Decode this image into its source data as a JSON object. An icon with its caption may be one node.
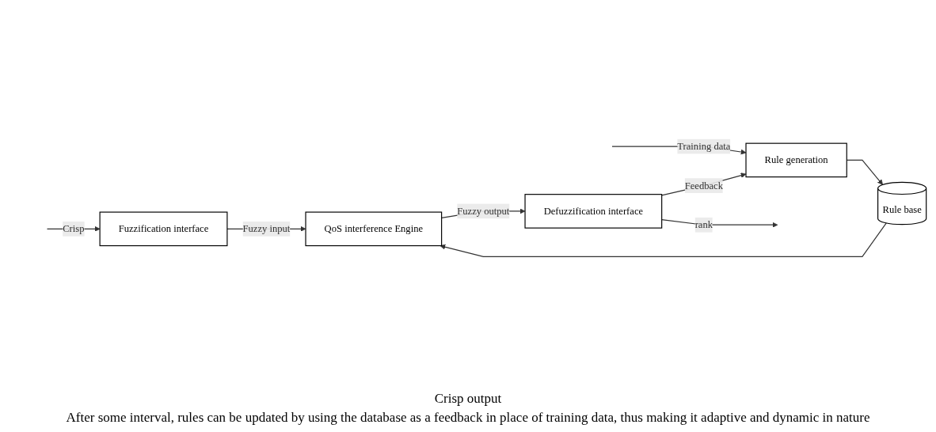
{
  "diagram": {
    "nodes": [
      {
        "text": [
          "Fuzzification interface"
        ]
      },
      {
        "text": [
          "QoS interference Engine"
        ]
      },
      {
        "text": [
          "Defuzzification interface"
        ]
      },
      {
        "text": [
          "Rule generation"
        ]
      },
      {
        "text": [
          "Rule base"
        ]
      }
    ],
    "edges": [
      {
        "from": null,
        "to": 0,
        "arrow": "to",
        "label": "Crisp"
      },
      {
        "from": 0,
        "to": 1,
        "arrow": "to",
        "label": "Fuzzy input"
      },
      {
        "from": 1,
        "to": 2,
        "arrow": "to",
        "label": "Fuzzy output"
      },
      {
        "from": 2,
        "to": null,
        "arrow": "to",
        "label": "rank"
      },
      {
        "from": null,
        "to": 3,
        "arrow": "to",
        "label": "Training data"
      },
      {
        "from": 3,
        "to": 4,
        "arrow": "to"
      },
      {
        "from": 4,
        "to": 1,
        "arrow": "to"
      },
      {
        "from": 2,
        "to": 3,
        "arrow": "to",
        "label": "Feedback"
      }
    ],
    "labels": [
      "Crisp output",
      "After some interval, rules can be updated by using the database as a feedback in place of training data, thus making it adaptive and dynamic in nature"
    ]
  }
}
